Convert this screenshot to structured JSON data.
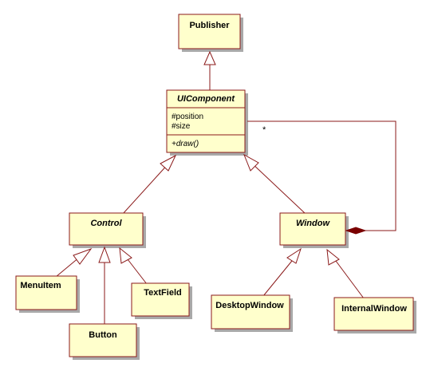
{
  "classes": {
    "publisher": {
      "name": "Publisher"
    },
    "uicomponent": {
      "name": "UIComponent",
      "attributes": [
        "#position",
        "#size"
      ],
      "operations": [
        "+draw()"
      ]
    },
    "control": {
      "name": "Control"
    },
    "window": {
      "name": "Window"
    },
    "menuitem": {
      "name": "MenuItem"
    },
    "button": {
      "name": "Button"
    },
    "textfield": {
      "name": "TextField"
    },
    "desktopwindow": {
      "name": "DesktopWindow"
    },
    "internalwindow": {
      "name": "InternalWindow"
    }
  },
  "relations": {
    "aggregation_multiplicity": "*"
  },
  "colors": {
    "class_fill": "#ffffcc",
    "line": "#8b1a1a",
    "shadow": "#a9a9a9",
    "diamond": "#7a0000"
  }
}
